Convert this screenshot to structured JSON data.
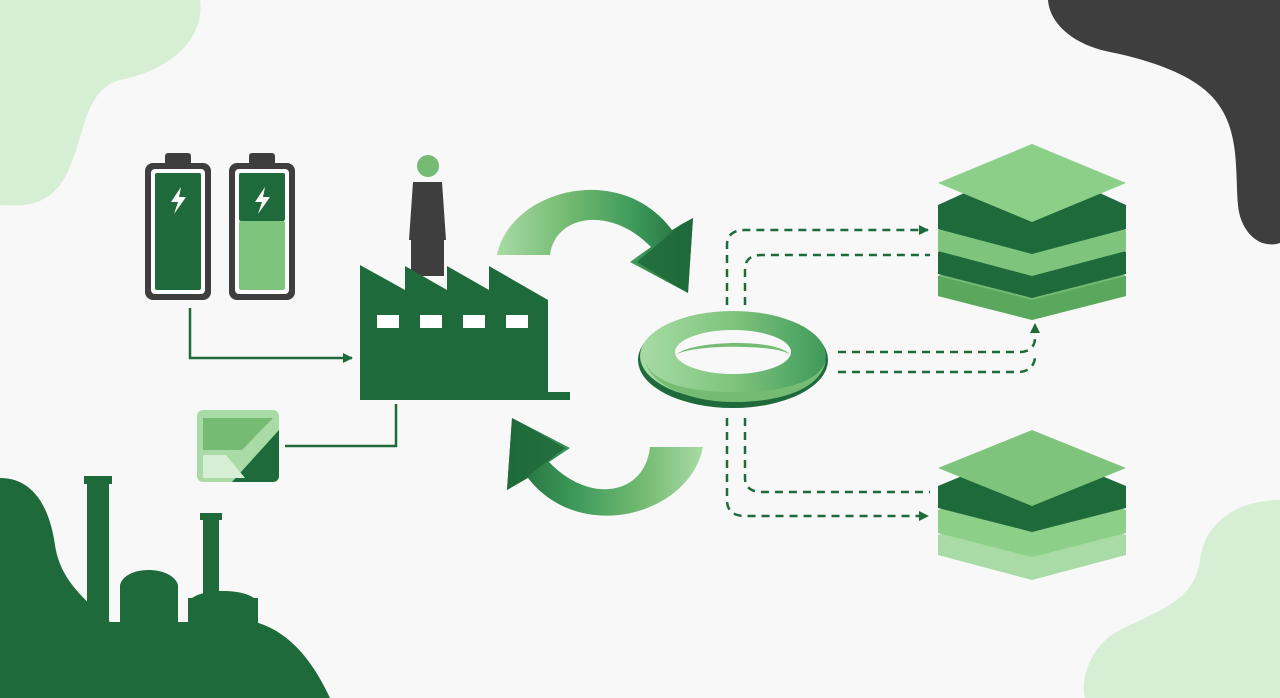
{
  "colors": {
    "background": "#f7f8f7",
    "dark_green": "#1e6a3a",
    "mid_green": "#3e9a5a",
    "green": "#75bb73",
    "light_green": "#a8dba5",
    "pale_green": "#d6efd4",
    "charcoal": "#3e3e3e",
    "white": "#ffffff"
  },
  "icons": [
    "battery-full-icon",
    "battery-charging-icon",
    "factory-icon",
    "raw-material-icon",
    "recycle-arrow-top-icon",
    "recycle-arrow-bottom-icon",
    "ring-icon",
    "layered-stack-top-icon",
    "layered-stack-bottom-icon",
    "industrial-silhouette-icon"
  ],
  "flows": [
    {
      "from": "battery-full-icon",
      "to": "factory-icon",
      "style": "solid"
    },
    {
      "from": "raw-material-icon",
      "to": "factory-icon",
      "style": "solid"
    },
    {
      "from": "ring-icon",
      "to": "layered-stack-top-icon",
      "style": "dashed"
    },
    {
      "from": "ring-icon",
      "to": "layered-stack-bottom-icon",
      "style": "dashed"
    }
  ]
}
